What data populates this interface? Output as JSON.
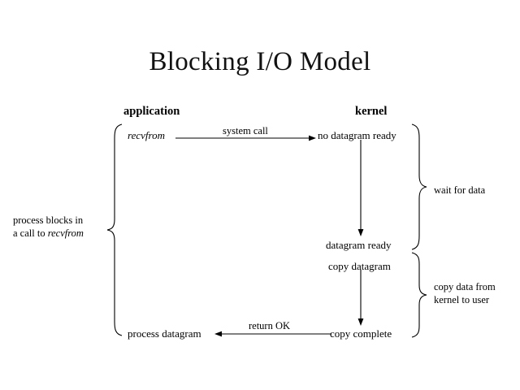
{
  "diagram": {
    "title": "Blocking I/O Model",
    "background_color": "#ffffff",
    "ink_color": "#000000",
    "columns": {
      "left_header": "application",
      "right_header": "kernel"
    },
    "nodes": {
      "recvfrom": "recvfrom",
      "no_datagram_ready": "no datagram  ready",
      "datagram_ready": "datagram  ready",
      "copy_datagram": "copy datagram",
      "copy_complete": "copy  complete",
      "process_datagram": "process datagram"
    },
    "edge_labels": {
      "system_call": "system  call",
      "return_ok": "return OK"
    },
    "side_labels": {
      "process_blocks_line1": "process blocks in",
      "process_blocks_line2_prefix": "a call to ",
      "process_blocks_line2_italic": "recvfrom",
      "wait_for_data": "wait for data",
      "copy_data_line1": "copy data from",
      "copy_data_line2": "kernel  to user"
    }
  }
}
